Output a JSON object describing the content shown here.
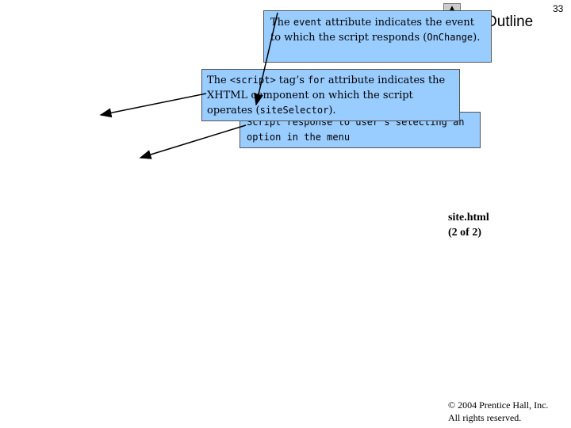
{
  "slide": {
    "number": "33",
    "nav_title": "Outline",
    "nav_up_glyph": "▲"
  },
  "callouts": {
    "event": {
      "part1": "The ",
      "code1": "event",
      "part2": " attribute indicates the event to which the script responds (",
      "code2": "OnChange",
      "part3": ")."
    },
    "script_response": {
      "line1": "Script response to user’s selecting an",
      "line2": "option in the menu"
    },
    "for_attr": {
      "part1": "The ",
      "code1": "<script>",
      "part2": " tag’s ",
      "code2": "for",
      "part3": " attribute indicates the XHTML component on which the script operates (",
      "code3": "siteSelector",
      "part4": ")."
    }
  },
  "side_label": {
    "line1": "site.html",
    "line2": "(2 of 2)"
  },
  "copyright": {
    "line1": "© 2004 Prentice Hall, Inc.",
    "line2": "All rights reserved."
  }
}
